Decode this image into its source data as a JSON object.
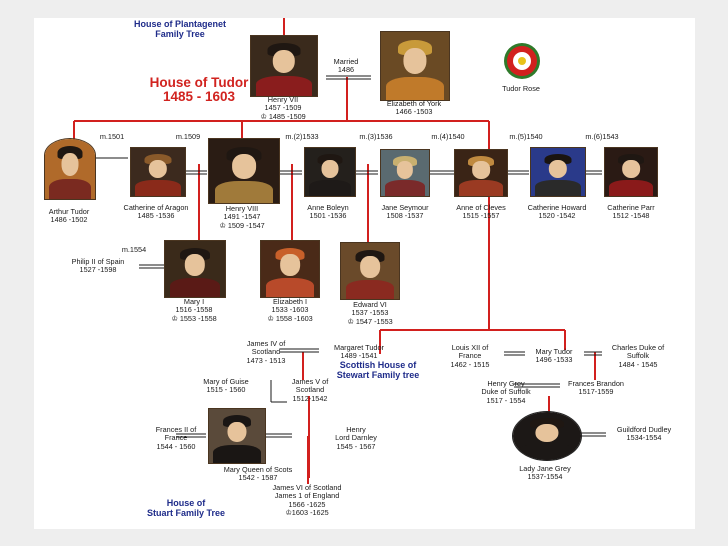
{
  "header": {
    "plantagenet_link": [
      "House of Plantagenet",
      "Family Tree"
    ],
    "tudor_title": [
      "House of Tudor",
      "1485 - 1603"
    ],
    "tudor_rose_label": "Tudor Rose"
  },
  "marriages": {
    "henry7": [
      "Married",
      "1486"
    ],
    "arthur": "m.1501",
    "h8_first": "m.1509",
    "h8_second": "m.(2)1533",
    "h8_third": "m.(3)1536",
    "h8_fourth": "m.(4)1540",
    "h8_fifth": "m.(5)1540",
    "h8_sixth": "m.(6)1543",
    "mary_philip": "m.1554"
  },
  "people": {
    "henry7": [
      "Henry VII",
      "1457 -1509",
      "♔ 1485 -1509"
    ],
    "elizabeth_york": [
      "Elizabeth of York",
      "1466 -1503"
    ],
    "arthur": [
      "Arthur Tudor",
      "1486 -1502"
    ],
    "catherine_aragon": [
      "Catherine of Aragon",
      "1485 -1536"
    ],
    "henry8": [
      "Henry VIII",
      "1491 -1547",
      "♔ 1509 -1547"
    ],
    "anne_boleyn": [
      "Anne Boleyn",
      "1501 -1536"
    ],
    "jane_seymour": [
      "Jane Seymour",
      "1508 -1537"
    ],
    "anne_cleves": [
      "Anne of Cleves",
      "1515 -1557"
    ],
    "catherine_howard": [
      "Catherine Howard",
      "1520 -1542"
    ],
    "catherine_parr": [
      "Catherine Parr",
      "1512 -1548"
    ],
    "philip": [
      "Philip II of Spain",
      "1527 -1598"
    ],
    "mary1": [
      "Mary I",
      "1516 -1558",
      "♔ 1553 -1558"
    ],
    "elizabeth1": [
      "Elizabeth I",
      "1533 -1603",
      "♔ 1558 -1603"
    ],
    "edward6": [
      "Edward VI",
      "1537 -1553",
      "♔ 1547 -1553"
    ],
    "james4": [
      "James IV of",
      "Scotland",
      "1473 - 1513"
    ],
    "margaret_tudor": [
      "Margaret Tudor",
      "1489 -1541"
    ],
    "louis12": [
      "Louis XII of",
      "France",
      "1462 - 1515"
    ],
    "mary_tudor": [
      "Mary Tudor",
      "1496 -1533"
    ],
    "charles_suffolk": [
      "Charles Duke of",
      "Suffolk",
      "1484 - 1545"
    ],
    "mary_guise": [
      "Mary of Guise",
      "1515 - 1560"
    ],
    "james5": [
      "James V of",
      "Scotland",
      "1512-1542"
    ],
    "henry_grey": [
      "Henry Grey",
      "Duke of Suffolk",
      "1517 - 1554"
    ],
    "frances_brandon": [
      "Frances Brandon",
      "1517-1559"
    ],
    "francis2": [
      "Frances II  of",
      "France",
      "1544 - 1560"
    ],
    "darnley": [
      "Henry",
      "Lord Darnley",
      "1545 - 1567"
    ],
    "mary_scots": [
      "Mary Queen of Scots",
      "1542 - 1587"
    ],
    "guildford": [
      "Guildford Dudley",
      "1534-1554"
    ],
    "jane_grey": [
      "Lady Jane Grey",
      "1537-1554"
    ],
    "james6": [
      "James VI of Scotland",
      "James 1 of England",
      "1566 -1625",
      "♔1603 -1625"
    ]
  },
  "links": {
    "scottish": [
      "Scottish House of",
      "Stewart Family tree"
    ],
    "stuart": [
      "House of",
      "Stuart Family Tree"
    ]
  },
  "colors": {
    "lineage": "#d2201e",
    "marriage": "#1a1a1a",
    "link_blue": "#1f2c8a",
    "title_red": "#d1231f"
  }
}
